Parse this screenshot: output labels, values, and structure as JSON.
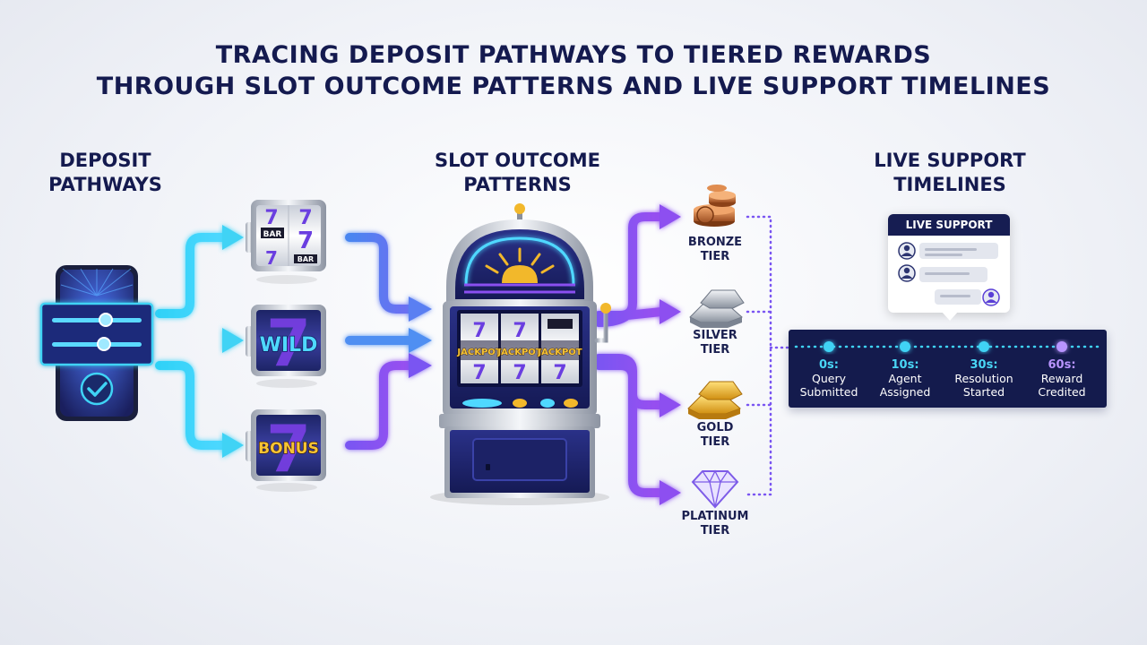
{
  "title": {
    "line1": "TRACING DEPOSIT PATHWAYS TO TIERED REWARDS",
    "line2": "THROUGH SLOT OUTCOME PATTERNS AND LIVE SUPPORT TIMELINES"
  },
  "sections": {
    "deposit": {
      "line1": "DEPOSIT",
      "line2": "PATHWAYS"
    },
    "slot": {
      "line1": "SLOT OUTCOME",
      "line2": "PATTERNS"
    },
    "support": {
      "line1": "LIVE SUPPORT",
      "line2": "TIMELINES"
    }
  },
  "reels": {
    "reel1": {
      "bar_top": "BAR",
      "bar_bottom": "BAR",
      "seven": "7"
    },
    "wild": {
      "label": "WILD",
      "seven": "7"
    },
    "bonus": {
      "label": "BONUS",
      "seven": "7"
    }
  },
  "machine": {
    "reel_word": "JACKPOT",
    "seven": "7"
  },
  "tiers": [
    {
      "line1": "BRONZE",
      "line2": "TIER"
    },
    {
      "line1": "SILVER",
      "line2": "TIER"
    },
    {
      "line1": "GOLD",
      "line2": "TIER"
    },
    {
      "line1": "PLATINUM",
      "line2": "TIER"
    }
  ],
  "chat": {
    "header": "LIVE SUPPORT"
  },
  "timeline": [
    {
      "time": "0s:",
      "line1": "Query",
      "line2": "Submitted"
    },
    {
      "time": "10s:",
      "line1": "Agent",
      "line2": "Assigned"
    },
    {
      "time": "30s:",
      "line1": "Resolution",
      "line2": "Started"
    },
    {
      "time": "60s:",
      "line1": "Reward",
      "line2": "Credited"
    }
  ],
  "colors": {
    "navy": "#141b4d",
    "cyan": "#3fd3f5",
    "blue": "#4a86f0",
    "purple": "#8a4ff0",
    "gold": "#f2b82b"
  },
  "icons": [
    "phone-icon",
    "slider-icon",
    "checkmark-icon",
    "bronze-coins-icon",
    "silver-bars-icon",
    "gold-bars-icon",
    "diamond-icon",
    "user-avatar-icon"
  ]
}
